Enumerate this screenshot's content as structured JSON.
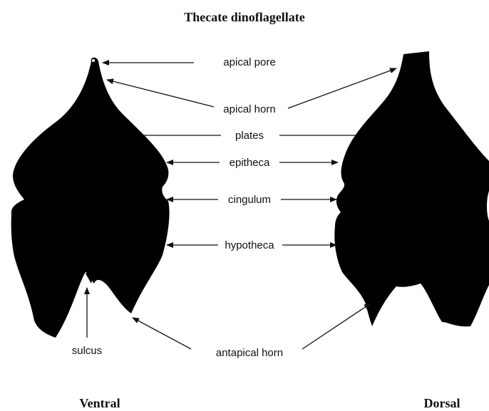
{
  "title": "Thecate dinoflagellate",
  "labels": {
    "apical_pore": "apical pore",
    "apical_horn": "apical horn",
    "plates": "plates",
    "epitheca": "epitheca",
    "cingulum": "cingulum",
    "hypotheca": "hypotheca",
    "sulcus": "sulcus",
    "antapical_horn": "antapical horn"
  },
  "views": {
    "ventral": "Ventral",
    "dorsal": "Dorsal"
  },
  "colors": {
    "cell": "#000000",
    "ink": "#111111",
    "background": "#ffffff"
  }
}
